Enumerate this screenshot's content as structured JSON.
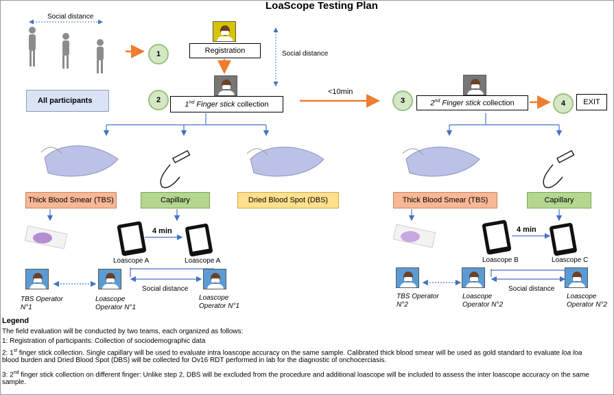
{
  "title": "LoaScope Testing Plan",
  "top": {
    "social_distance_left": "Social distance",
    "social_distance_vertical": "Social distance",
    "all_participants": "All participants",
    "registration": "Registration",
    "finger1_pre": "1",
    "finger1_sup": "nd",
    "finger1_italic": " Finger stick",
    "finger1_rest": " collection",
    "time_label": "<10min",
    "finger2_pre": "2",
    "finger2_sup": "nd",
    "finger2_italic": " Finger stick",
    "finger2_rest": " collection",
    "exit": "EXIT"
  },
  "steps": [
    "1",
    "2",
    "3",
    "4"
  ],
  "left_branch": {
    "tbs": "Thick Blood Smear (TBS)",
    "capillary": "Capillary",
    "dbs": "Dried Blood Spot (DBS)",
    "loascope1": "Loascope A",
    "loascope2": "Loascope A",
    "time": "4 min",
    "social_distance": "Social distance",
    "operators": [
      "TBS Operator\nN°1",
      "Loascope\nOperator N°1",
      "Loascope\nOperator N°1"
    ]
  },
  "right_branch": {
    "tbs": "Thick Blood Smear (TBS)",
    "capillary": "Capillary",
    "loascope1": "Loascope B",
    "loascope2": "Loascope C",
    "time": "4 min",
    "social_distance": "Social distance",
    "operators": [
      "TBS Operator\nN°2",
      "Loascope\nOperator N°2",
      "Loascope\nOperator N°2"
    ]
  },
  "legend": {
    "heading": "Legend",
    "intro": "The field evaluation will be conducted by two teams, each organized as follows:",
    "item1": "1: Registration of participants: Collection of sociodemographic data",
    "item2_a": "2: 1",
    "item2_sup": "st",
    "item2_b": " finger stick collection. Single capillary will be used to evaluate intra loascope accuracy on the same sample. Calibrated thick blood smear will be used as gold standard to evaluate ",
    "item2_italic": "loa loa",
    "item2_c": "blood burden and Dried Blood Spot (DBS) will be collected for Ov16 RDT performed in lab for the diagnostic of onchocerciasis.",
    "item3_a": "3: 2",
    "item3_sup": "nd",
    "item3_b": " finger stick collection on different finger: Unlike step 2, DBS will be excluded from the procedure and additional loascope will be included to assess the inter loascope accuracy on the same",
    "item3_c": "sample."
  },
  "colors": {
    "orange_arrow": "#ed7d31",
    "blue_arrow": "#4472c4",
    "step_fill": "#d4e8c6",
    "tbs_fill": "#f8b796",
    "capillary_fill": "#b4d68f",
    "dbs_fill": "#ffe08c",
    "participants_fill": "#dae3f3"
  }
}
